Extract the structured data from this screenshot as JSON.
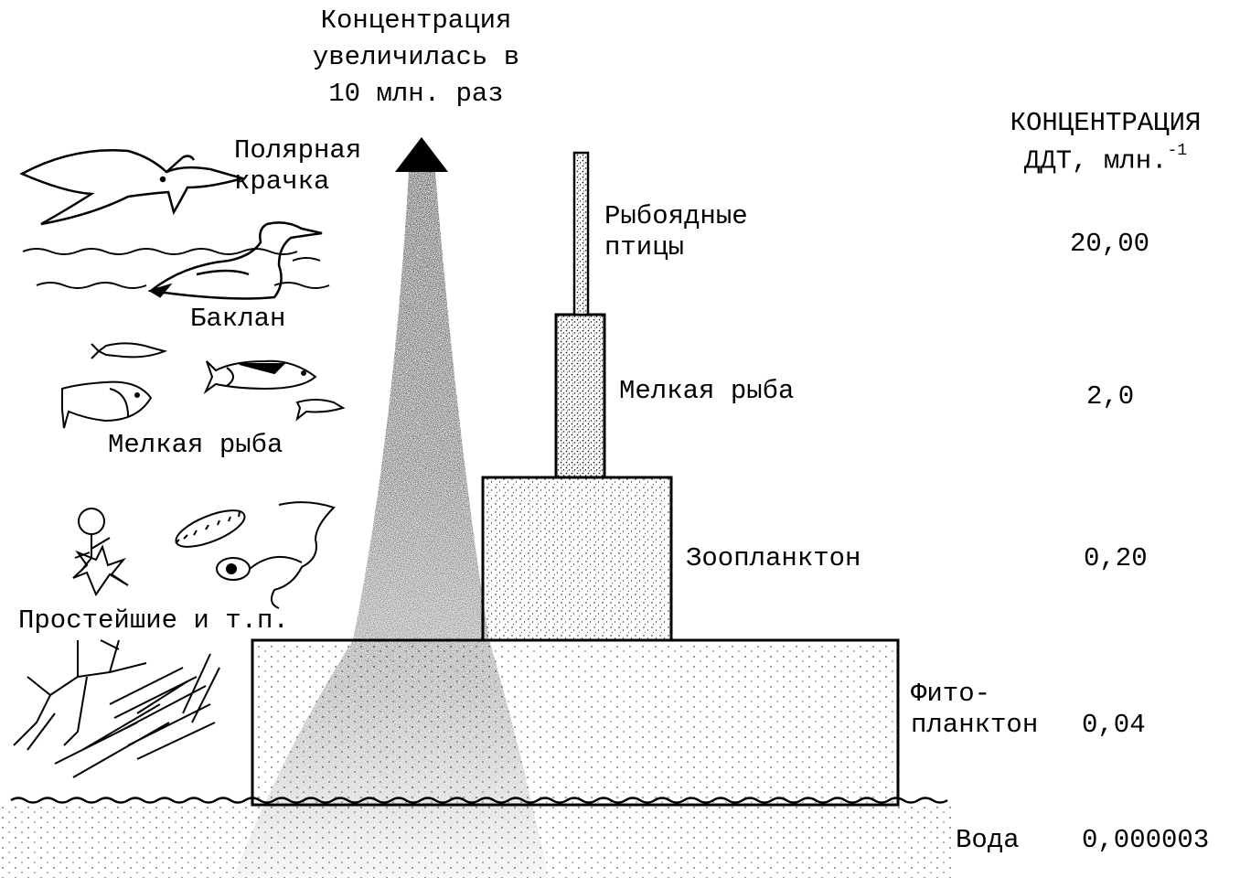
{
  "header": {
    "line1": "Концентрация",
    "line2": "увеличилась в",
    "line3": "10 млн. раз"
  },
  "column_header": {
    "line1": "КОНЦЕНТРАЦИЯ",
    "line2": "ДДТ, млн.",
    "exponent": "-1"
  },
  "left_labels": {
    "tern_line1": "Полярная",
    "tern_line2": "крачка",
    "cormorant": "Баклан",
    "small_fish": "Мелкая рыба",
    "protozoa": "Простейшие и т.п."
  },
  "tiers": [
    {
      "label_line1": "Рыбоядные",
      "label_line2": "птицы",
      "value": "20,00"
    },
    {
      "label": "Мелкая рыба",
      "value": "2,0"
    },
    {
      "label": "Зоопланктон",
      "value": "0,20"
    },
    {
      "label_line1": "Фито-",
      "label_line2": "планктон",
      "value": "0,04"
    },
    {
      "label": "Вода",
      "value": "0,000003"
    }
  ],
  "chart_data": {
    "type": "bar",
    "categories": [
      "Вода",
      "Фито-планктон",
      "Зоопланктон",
      "Мелкая рыба",
      "Рыбоядные птицы"
    ],
    "values": [
      3e-06,
      0.04,
      0.2,
      2.0,
      20.0
    ],
    "ylabel": "КОНЦЕНТРАЦИЯ ДДТ, млн.-1",
    "title": "Концентрация увеличилась в 10 млн. раз"
  },
  "icons": [
    "tern-icon",
    "cormorant-icon",
    "fish-icon",
    "protozoa-icon",
    "algae-icon",
    "upward-arrow-icon"
  ]
}
